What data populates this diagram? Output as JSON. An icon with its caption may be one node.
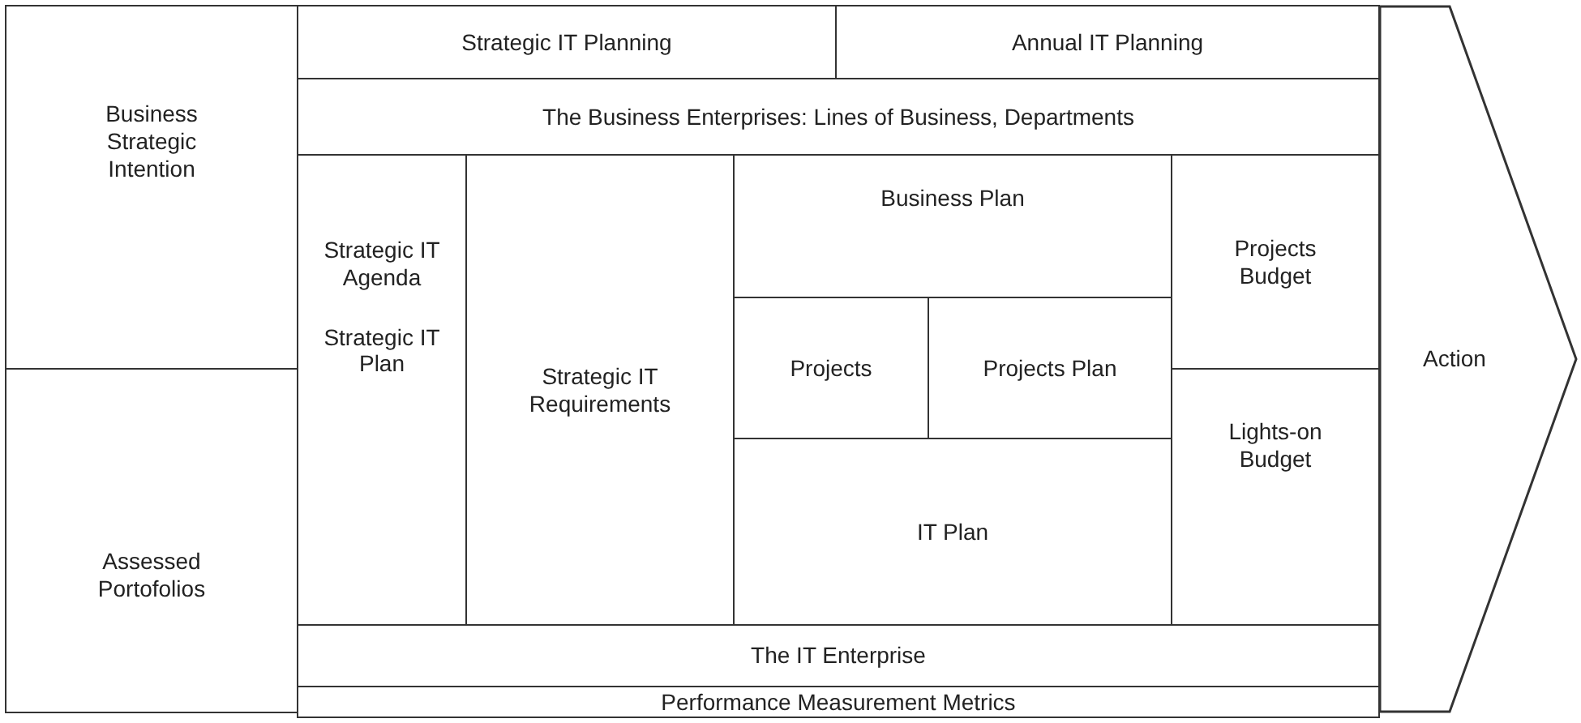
{
  "diagram": {
    "nodes": [
      {
        "text": [
          "Business Strategic Intention"
        ]
      },
      {
        "text": [
          "Assessed Portofolios"
        ]
      },
      {
        "text": [
          "Strategic IT Planning"
        ]
      },
      {
        "text": [
          "Annual IT Planning"
        ]
      },
      {
        "text": [
          "The Business Enterprises: Lines of Business, Departments"
        ]
      },
      {
        "text": [
          "Strategic IT Agenda",
          "Strategic IT Plan"
        ]
      },
      {
        "text": [
          "Strategic IT Requirements"
        ]
      },
      {
        "text": [
          "Business Plan"
        ]
      },
      {
        "text": [
          "Projects"
        ]
      },
      {
        "text": [
          "Projects Plan"
        ]
      },
      {
        "text": [
          "IT Plan"
        ]
      },
      {
        "text": [
          "Projects Budget"
        ]
      },
      {
        "text": [
          "Lights-on Budget"
        ]
      },
      {
        "text": [
          "The IT Enterprise"
        ]
      },
      {
        "text": [
          "Performance Measurement Metrics"
        ]
      },
      {
        "text": [
          "Action"
        ]
      }
    ]
  }
}
